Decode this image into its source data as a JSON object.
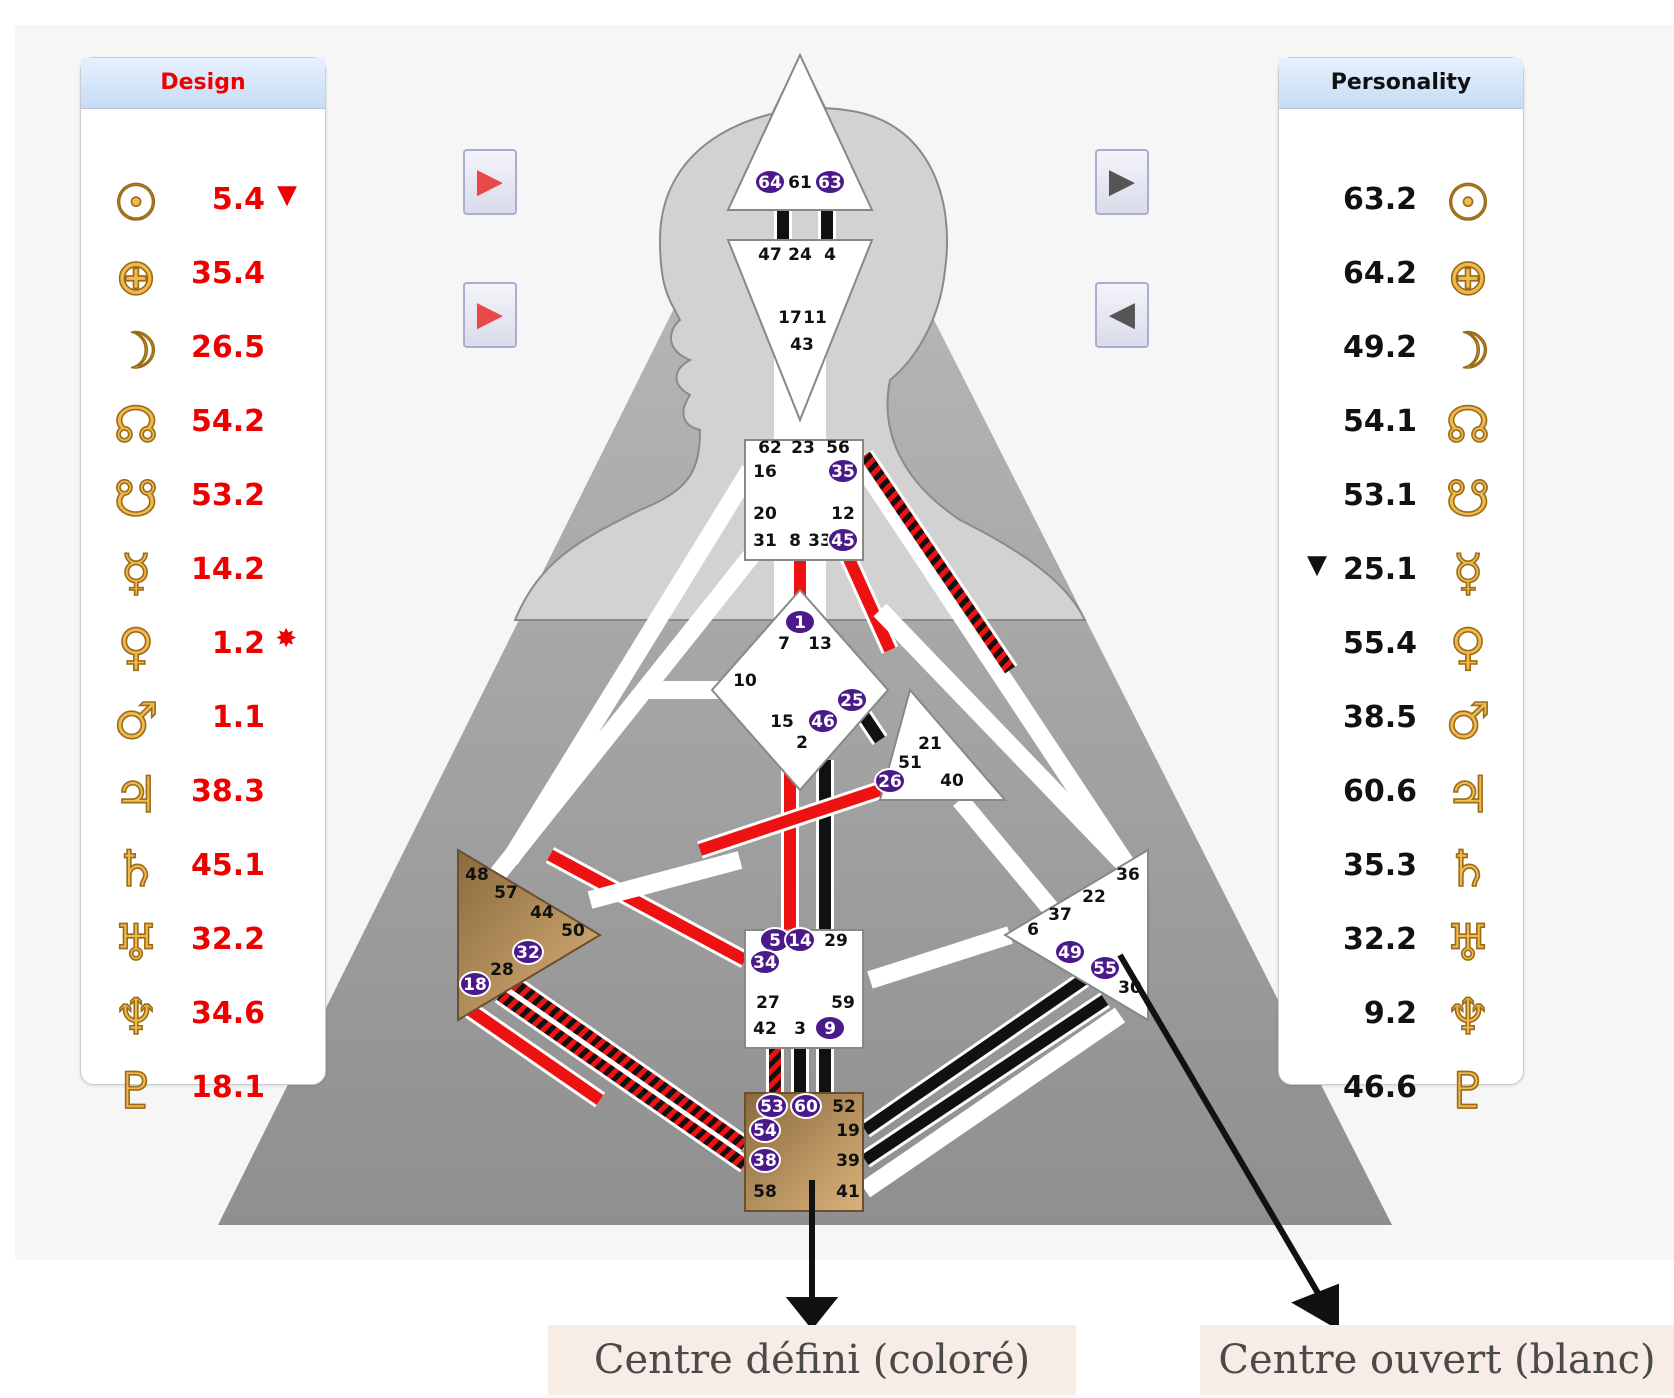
{
  "design": {
    "title": "Design",
    "color": "#ee0000",
    "rows": [
      {
        "icon": "sun-icon",
        "glyph": "☉",
        "value": "5.4",
        "mark": "▼"
      },
      {
        "icon": "earth-icon",
        "glyph": "⊕",
        "value": "35.4",
        "mark": ""
      },
      {
        "icon": "moon-icon",
        "glyph": "☽",
        "value": "26.5",
        "mark": ""
      },
      {
        "icon": "north-node-icon",
        "glyph": "☊",
        "value": "54.2",
        "mark": ""
      },
      {
        "icon": "south-node-icon",
        "glyph": "☋",
        "value": "53.2",
        "mark": ""
      },
      {
        "icon": "mercury-icon",
        "glyph": "☿",
        "value": "14.2",
        "mark": ""
      },
      {
        "icon": "venus-icon",
        "glyph": "♀",
        "value": "1.2",
        "mark": "✸"
      },
      {
        "icon": "mars-icon",
        "glyph": "♂",
        "value": "1.1",
        "mark": ""
      },
      {
        "icon": "jupiter-icon",
        "glyph": "♃",
        "value": "38.3",
        "mark": ""
      },
      {
        "icon": "saturn-icon",
        "glyph": "♄",
        "value": "45.1",
        "mark": ""
      },
      {
        "icon": "uranus-icon",
        "glyph": "♅",
        "value": "32.2",
        "mark": ""
      },
      {
        "icon": "neptune-icon",
        "glyph": "♆",
        "value": "34.6",
        "mark": ""
      },
      {
        "icon": "pluto-icon",
        "glyph": "♇",
        "value": "18.1",
        "mark": ""
      }
    ]
  },
  "personality": {
    "title": "Personality",
    "color": "#111111",
    "rows": [
      {
        "icon": "sun-icon",
        "glyph": "☉",
        "value": "63.2",
        "mark": ""
      },
      {
        "icon": "earth-icon",
        "glyph": "⊕",
        "value": "64.2",
        "mark": ""
      },
      {
        "icon": "moon-icon",
        "glyph": "☽",
        "value": "49.2",
        "mark": ""
      },
      {
        "icon": "north-node-icon",
        "glyph": "☊",
        "value": "54.1",
        "mark": ""
      },
      {
        "icon": "south-node-icon",
        "glyph": "☋",
        "value": "53.1",
        "mark": ""
      },
      {
        "icon": "mercury-icon",
        "glyph": "☿",
        "value": "25.1",
        "mark": "▼"
      },
      {
        "icon": "venus-icon",
        "glyph": "♀",
        "value": "55.4",
        "mark": ""
      },
      {
        "icon": "mars-icon",
        "glyph": "♂",
        "value": "38.5",
        "mark": ""
      },
      {
        "icon": "jupiter-icon",
        "glyph": "♃",
        "value": "60.6",
        "mark": ""
      },
      {
        "icon": "saturn-icon",
        "glyph": "♄",
        "value": "35.3",
        "mark": ""
      },
      {
        "icon": "uranus-icon",
        "glyph": "♅",
        "value": "32.2",
        "mark": ""
      },
      {
        "icon": "neptune-icon",
        "glyph": "♆",
        "value": "9.2",
        "mark": ""
      },
      {
        "icon": "pluto-icon",
        "glyph": "♇",
        "value": "46.6",
        "mark": ""
      }
    ]
  },
  "nav": {
    "design_next": "▶",
    "design_prev": "▶",
    "personality_next": "▶",
    "personality_prev": "◀"
  },
  "colors": {
    "defined_center": "#b08a4f",
    "open_center": "#ffffff",
    "gate_badge": "#4b1a8a",
    "design_channel": "#ee1111",
    "personality_channel": "#111111",
    "body_gray": "#a9a9a9"
  },
  "captions": {
    "defined": "Centre défini (coloré)",
    "open": "Centre ouvert (blanc)"
  },
  "bodygraph": {
    "head": {
      "labels": [
        "64",
        "61",
        "63"
      ],
      "badges": [
        "64",
        "63"
      ]
    },
    "ajna": {
      "labels": [
        "47",
        "24",
        "4",
        "17",
        "11",
        "43"
      ]
    },
    "throat": {
      "labels": [
        "62",
        "23",
        "56",
        "16",
        "35",
        "20",
        "12",
        "31",
        "8",
        "33",
        "45"
      ],
      "badges": [
        "35",
        "45"
      ]
    },
    "g": {
      "labels": [
        "1",
        "7",
        "13",
        "10",
        "15",
        "46",
        "25",
        "2"
      ],
      "badges": [
        "1",
        "46",
        "25"
      ]
    },
    "heart": {
      "labels": [
        "21",
        "51",
        "26",
        "40"
      ],
      "badges": [
        "26"
      ]
    },
    "spleen": {
      "labels": [
        "48",
        "57",
        "44",
        "50",
        "32",
        "28",
        "18"
      ],
      "badges": [
        "32",
        "18"
      ]
    },
    "sacral": {
      "labels": [
        "5",
        "14",
        "29",
        "34",
        "27",
        "59",
        "42",
        "3",
        "9"
      ],
      "badges": [
        "5",
        "14",
        "34",
        "9"
      ]
    },
    "solar": {
      "labels": [
        "36",
        "22",
        "37",
        "6",
        "49",
        "55",
        "30"
      ],
      "badges": [
        "49",
        "55"
      ]
    },
    "root": {
      "labels": [
        "53",
        "60",
        "52",
        "54",
        "19",
        "38",
        "39",
        "58",
        "41"
      ],
      "badges": [
        "53",
        "60",
        "54",
        "38"
      ]
    }
  }
}
